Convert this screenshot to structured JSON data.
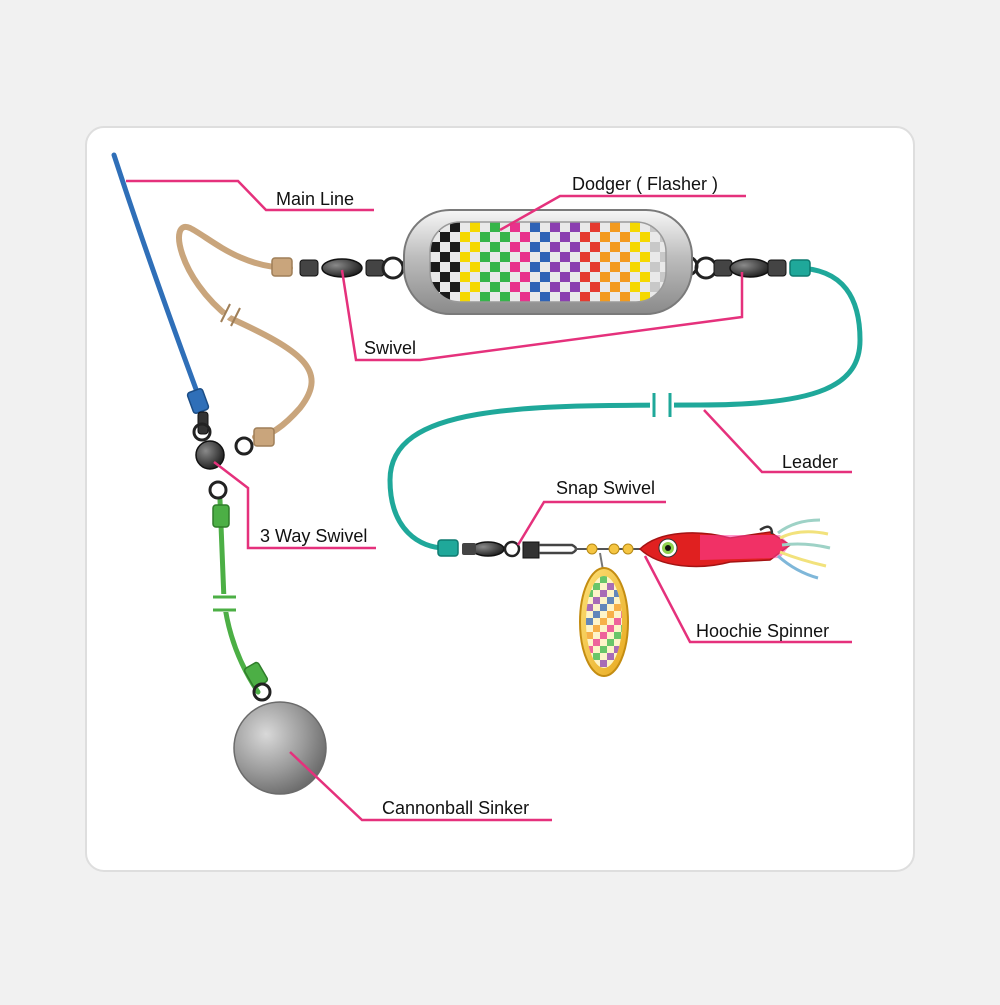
{
  "diagram": {
    "labels": {
      "main_line": "Main Line",
      "dodger": "Dodger ( Flasher )",
      "swivel": "Swivel",
      "leader": "Leader",
      "snap_swivel": "Snap Swivel",
      "three_way_swivel": "3 Way Swivel",
      "hoochie_spinner": "Hoochie Spinner",
      "cannonball_sinker": "Cannonball Sinker"
    },
    "colors": {
      "background": "#f1f1f1",
      "card": "#ffffff",
      "callout": "#e5317c",
      "main_line": "#2f6fb8",
      "dropper_line": "#c9a57c",
      "leader_line": "#1fa89a",
      "sinker_line": "#4caf45",
      "hardware": "#2d2d2d",
      "sinker": "#8c8c8c",
      "spinner_blade": "#f5c542",
      "hoochie": "#e02020"
    },
    "dodger_palette": [
      "#1a1a1a",
      "#f5d800",
      "#36b54a",
      "#e8328c",
      "#2e63b6",
      "#8b3fb0",
      "#e53a2f",
      "#f39a1e",
      "#f5d800",
      "#c8c8c8"
    ]
  }
}
